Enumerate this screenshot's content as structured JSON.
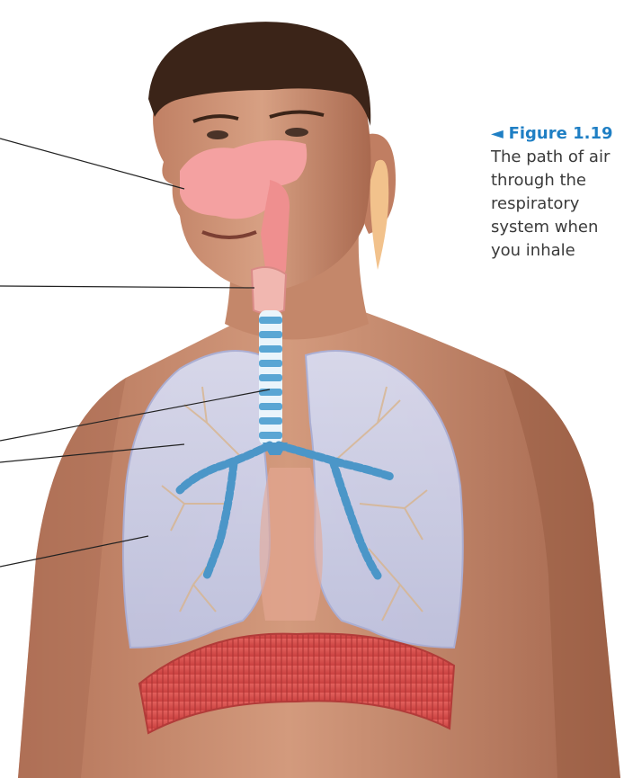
{
  "caption": {
    "marker": "◄",
    "figure_number": "Figure 1.19",
    "text": "The path of air through the respiratory system when you inhale"
  },
  "labels": [
    {
      "name": "nasal-cavity-leader",
      "text": ""
    },
    {
      "name": "pharynx-larynx-leader",
      "text": ""
    },
    {
      "name": "trachea-leader",
      "text": ""
    },
    {
      "name": "bronchi-leader",
      "text": ""
    },
    {
      "name": "lung-leader",
      "text": ""
    }
  ],
  "colors": {
    "skin": "#c98a6d",
    "skin_shadow": "#a86b52",
    "hair": "#3b2418",
    "airway": "#ef8f8f",
    "nose": "#f4a1a1",
    "trachea_rings": "#5aa6d4",
    "lungs": "#c9cde6",
    "diaphragm": "#d9514f",
    "caption_accent": "#1f7fc4",
    "caption_text": "#3a3a3a"
  }
}
